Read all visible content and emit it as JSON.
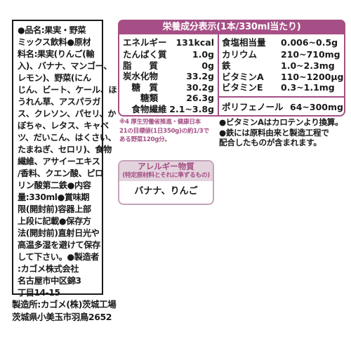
{
  "left_label": {
    "lines": [
      "●品名:果実・野菜",
      "ミックス飲料●原材",
      "料名:果実(りんご(輸",
      "入)、バナナ、マンゴー、",
      "レモン)、野菜(にん",
      "じん、ビート、ケール、ほ",
      "うれん草、アスパラガ",
      "ス、クレソン、パセリ、か",
      "ぼちゃ、レタス、キャベ",
      "ツ、だいこん、はくさい、",
      "たまねぎ、セロリ)、食物",
      "繊維、アサイーエキス",
      "/香料、クエン酸、ピロ",
      "リン酸第二鉄●内容",
      "量:330ml●賞味期",
      "限(開封前)容器上部",
      "上段に記載●保存方",
      "法(開封前)直射日光や",
      "高温多湿を避けて保存",
      "して下さい。●製造者",
      ":カゴメ株式会社",
      "名古屋市中区錦3",
      "丁目14-15"
    ],
    "footer": [
      "製造所:カゴメ(株)茨城工場",
      "茨城県小美玉市羽鳥2652"
    ]
  },
  "nutrition": {
    "title": "栄養成分表示(1本/330ml当たり)",
    "left_rows": [
      {
        "label": "エネルギー",
        "value": "131kcal"
      },
      {
        "label": "たんぱく質",
        "value": "1.0g"
      },
      {
        "label": "脂　　質",
        "value": "0g"
      },
      {
        "label": "炭水化物",
        "value": "33.2g"
      },
      {
        "label": "　糖　質",
        "value": "30.2g"
      },
      {
        "label": "　　糖類",
        "value": "26.3g"
      },
      {
        "label": "　食物繊維",
        "value": "2.1~3.8g"
      }
    ],
    "right_rows": [
      {
        "label": "食塩相当量",
        "value": "0.006~0.5g"
      },
      {
        "label": "カリウム",
        "value": "210~710mg"
      },
      {
        "label": "鉄",
        "value": "1.0~2.3mg"
      },
      {
        "label": "ビタミンA",
        "value": "110~1200μg"
      },
      {
        "label": "ビタミンE",
        "value": "0.3~1.1mg"
      }
    ],
    "polyphenol": {
      "label": "ポリフェノール",
      "value": "64~300mg"
    }
  },
  "notes": {
    "left": [
      "※4 厚生労働省推進・健康日本",
      "21の目標値(1日350g)の約1/3で",
      "ある野菜120g分。"
    ],
    "right": [
      "●ビタミンAはカロテンより換算。",
      "●鉄には原料由来と製造工程で",
      "配合したものが含まれます。"
    ]
  },
  "allergy": {
    "title": "アレルギー物質",
    "subtitle": "(特定原材料とそれに準ずるもの)",
    "value": "バナナ、りんご"
  },
  "colors": {
    "accent": "#a64f86",
    "accent_light": "#e3d3dc"
  }
}
